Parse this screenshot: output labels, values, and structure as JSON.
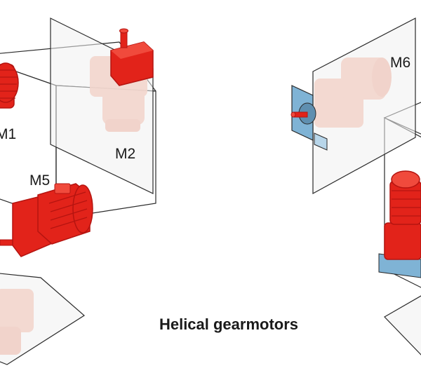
{
  "caption": "Helical gearmotors",
  "mounting_positions": [
    {
      "label": "M1"
    },
    {
      "label": "M2"
    },
    {
      "label": "M5"
    },
    {
      "label": "M6"
    }
  ],
  "colors": {
    "motor_solid": "#e2231a",
    "motor_dark": "#b51410",
    "motor_ghost": "#f4b5a2",
    "plane_fill": "#f1f1f1",
    "flange_blue": "#7fb3d5",
    "line": "#2a2a2a"
  }
}
